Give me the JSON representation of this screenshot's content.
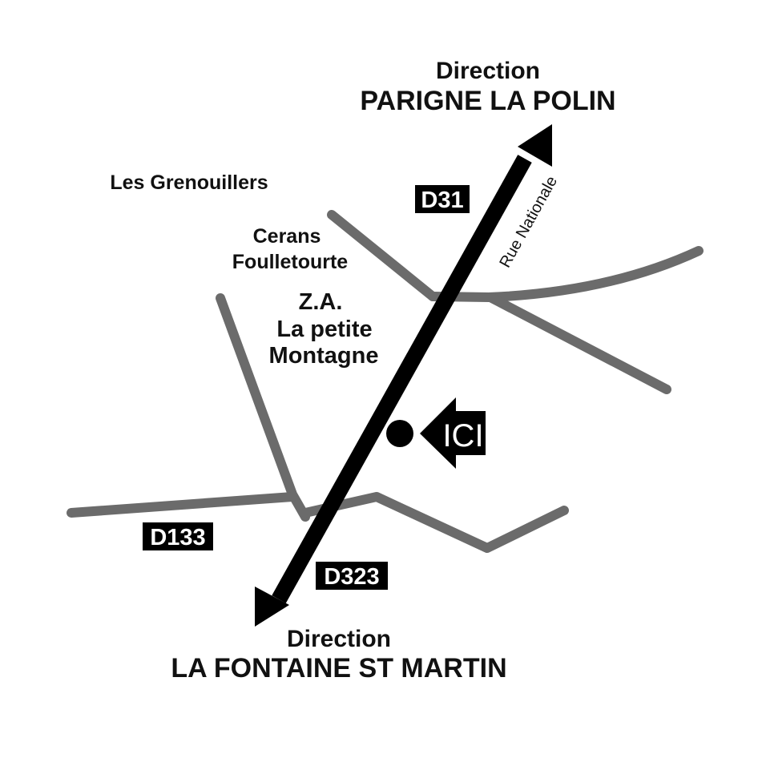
{
  "colors": {
    "background": "#ffffff",
    "minor_road": "#6b6b6b",
    "main_road": "#000000",
    "label": "#111111",
    "badge_text": "#ffffff"
  },
  "directions": {
    "north_prefix": "Direction",
    "north_town": "PARIGNE LA POLIN",
    "south_prefix": "Direction",
    "south_town": "LA FONTAINE ST MARTIN"
  },
  "places": {
    "les_grenouillers": "Les Grenouillers",
    "cerans_line1": "Cerans",
    "cerans_line2": "Foulletourte",
    "za_line1": "Z.A.",
    "za_line2": "La petite",
    "za_line3": "Montagne"
  },
  "roads": {
    "d31": "D31",
    "d133": "D133",
    "d323": "D323",
    "street_name": "Rue Nationale"
  },
  "marker": {
    "label": "ICI",
    "icon": "arrow-left-icon"
  }
}
